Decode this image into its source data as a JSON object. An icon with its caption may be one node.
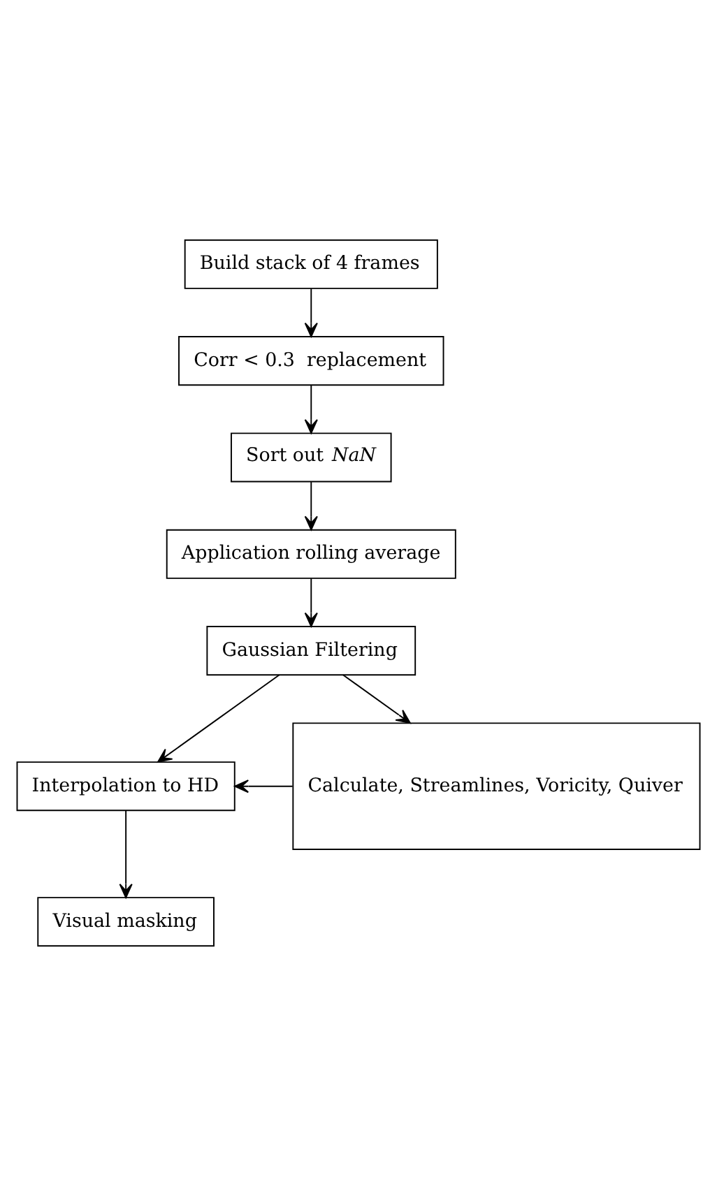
{
  "diagram": {
    "nodes": [
      {
        "text": [
          "Build stack of 4 frames"
        ]
      },
      {
        "text": [
          "Corr < 0.3  replacement"
        ]
      },
      {
        "text": [
          "Sort out *NaN*"
        ]
      },
      {
        "text": [
          "Application rolling average"
        ]
      },
      {
        "text": [
          "Gaussian Filtering"
        ]
      },
      {
        "text": [
          "Interpolation to HD"
        ]
      },
      {
        "text": [
          "Calculate, Streamlines, Voricity, Quiver"
        ]
      },
      {
        "text": [
          "Visual masking"
        ]
      }
    ],
    "edges": [
      {
        "from": 0,
        "to": 1,
        "arrow": "to"
      },
      {
        "from": 1,
        "to": 2,
        "arrow": "to"
      },
      {
        "from": 2,
        "to": 3,
        "arrow": "to"
      },
      {
        "from": 3,
        "to": 4,
        "arrow": "to"
      },
      {
        "from": 4,
        "to": 5,
        "arrow": "to"
      },
      {
        "from": 4,
        "to": 6,
        "arrow": "to"
      },
      {
        "from": 6,
        "to": 5,
        "arrow": "to"
      },
      {
        "from": 5,
        "to": 7,
        "arrow": "to"
      }
    ]
  }
}
